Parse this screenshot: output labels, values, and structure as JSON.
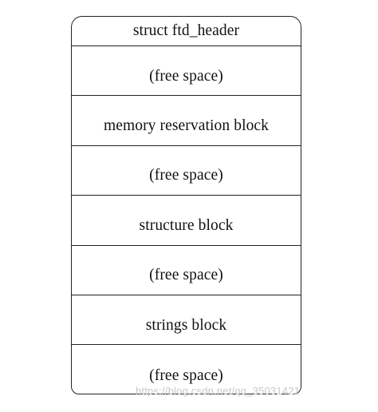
{
  "diagram": {
    "blocks": [
      {
        "label": "struct ftd_header"
      },
      {
        "label": "(free space)"
      },
      {
        "label": "memory reservation block"
      },
      {
        "label": "(free space)"
      },
      {
        "label": "structure block"
      },
      {
        "label": "(free space)"
      },
      {
        "label": "strings block"
      },
      {
        "label": "(free space)"
      }
    ]
  },
  "watermark": {
    "text": "https://blog.csdn.net/qq_35031421"
  }
}
